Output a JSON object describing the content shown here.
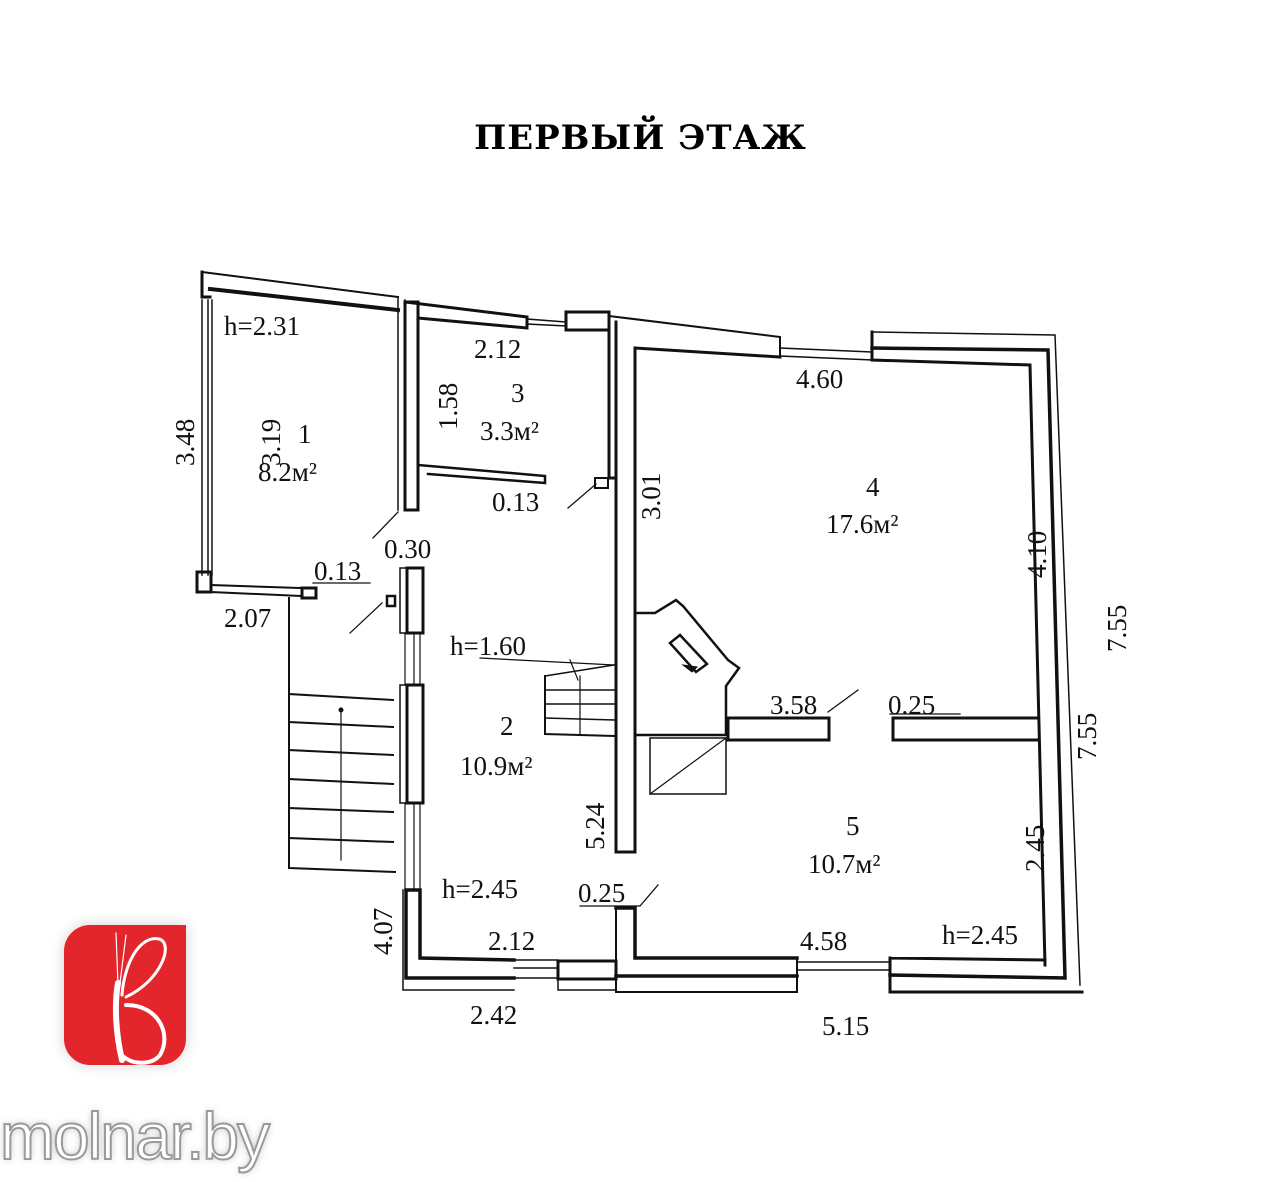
{
  "title": "ПЕРВЫЙ ЭТАЖ",
  "rooms": [
    {
      "number": "1",
      "area": "8.2м²",
      "height": "h=2.31"
    },
    {
      "number": "2",
      "area": "10.9м²",
      "height": "h=2.45"
    },
    {
      "number": "3",
      "area": "3.3м²"
    },
    {
      "number": "4",
      "area": "17.6м²"
    },
    {
      "number": "5",
      "area": "10.7м²",
      "height": "h=2.45"
    }
  ],
  "stair_height": "h=1.60",
  "dimensions": {
    "room1_left": "3.48",
    "room1_inner": "3.19",
    "room1_bottom": "2.07",
    "room1_window_post": "0.13",
    "room3_top": "2.12",
    "room3_side": "1.58",
    "room3_wall": "0.13",
    "partition_130": "0.30",
    "room4_top": "4.60",
    "room4_left": "3.01",
    "room4_right": "4.10",
    "partition_358": "3.58",
    "partition_025_mid": "0.25",
    "room5_right": "2.45",
    "outer_right_1": "7.55",
    "outer_right_2": "7.55",
    "room2_left": "5.24",
    "room2_bottom_inner": "2.12",
    "room2_bottom_outer": "2.42",
    "outer_left_bottom": "4.07",
    "wall_025": "0.25",
    "room5_bottom_inner": "4.58",
    "room5_bottom_outer": "5.15"
  },
  "logo": {
    "brand": "molnar.by",
    "color": "#e3262b"
  }
}
